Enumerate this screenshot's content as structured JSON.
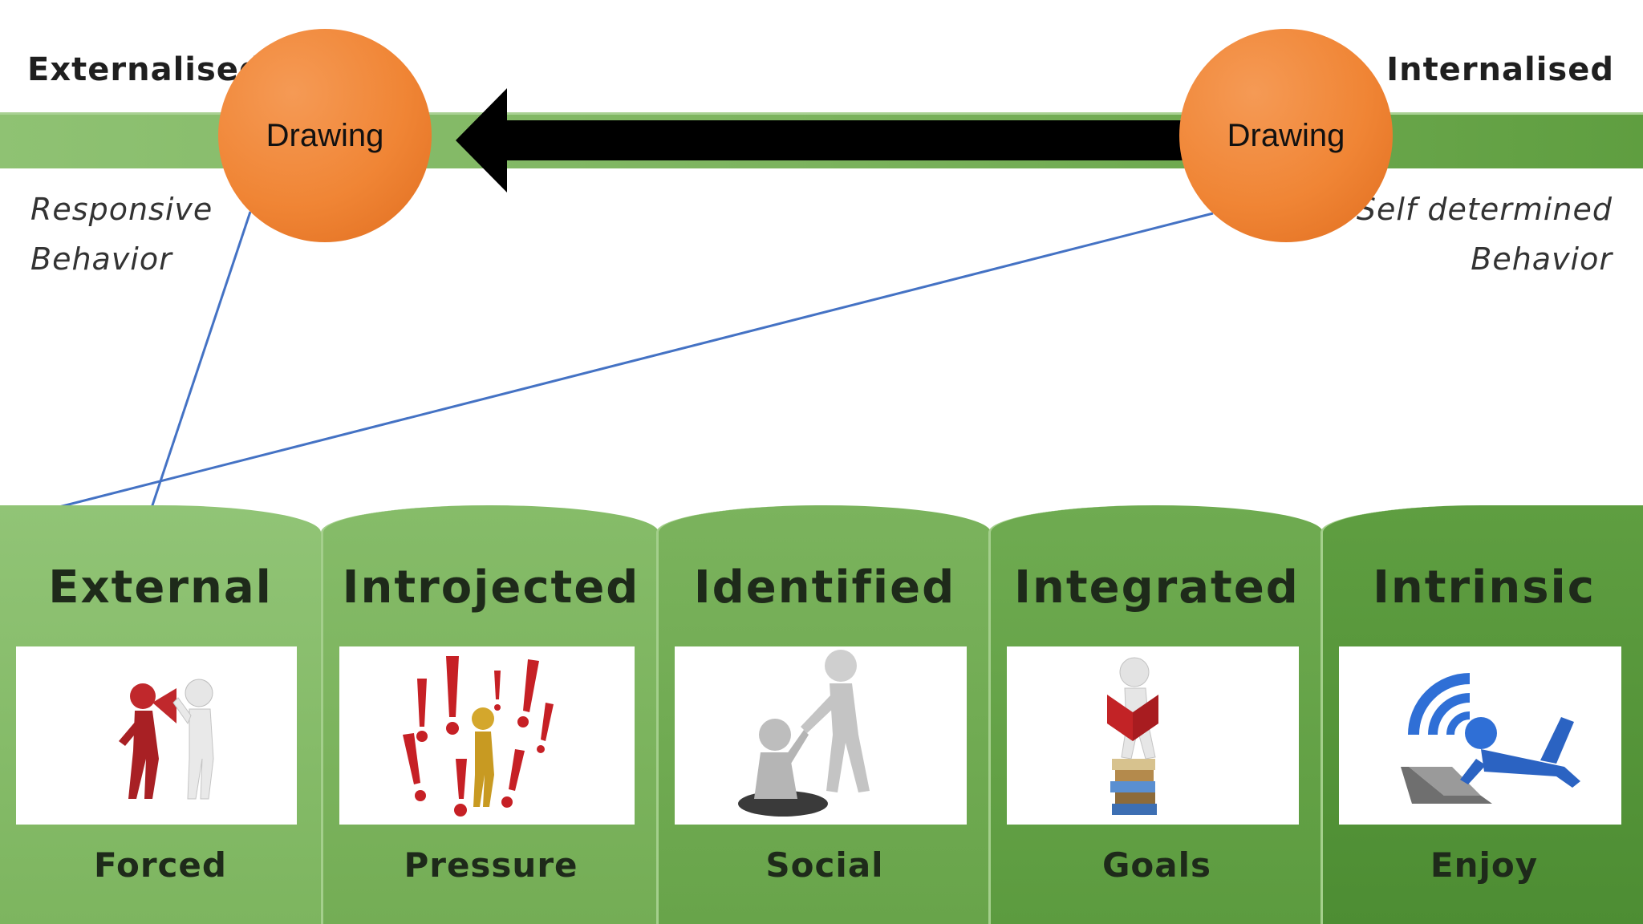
{
  "scale": {
    "left_label": "Externalised",
    "right_label": "Internalised",
    "left_note": [
      "Responsive",
      "Behavior"
    ],
    "right_note": [
      "Self determined",
      "Behavior"
    ]
  },
  "markers": [
    {
      "label": "Drawing"
    },
    {
      "label": "Drawing"
    }
  ],
  "arrow_direction": "right-to-left",
  "colors": {
    "band": "#7bb35d",
    "marker": "#f08535",
    "arrow": "#000000",
    "connector": "#4472c4"
  },
  "cards": [
    {
      "title": "External",
      "subtitle": "Forced",
      "image": "megaphone-shouting-figure-icon",
      "color": "#86ba6a"
    },
    {
      "title": "Introjected",
      "subtitle": "Pressure",
      "image": "exclamation-marks-figure-icon",
      "color": "#7db25f"
    },
    {
      "title": "Identified",
      "subtitle": "Social",
      "image": "helping-hand-figures-icon",
      "color": "#70a952"
    },
    {
      "title": "Integrated",
      "subtitle": "Goals",
      "image": "reading-on-books-figure-icon",
      "color": "#62a045"
    },
    {
      "title": "Intrinsic",
      "subtitle": "Enjoy",
      "image": "laptop-wifi-figure-icon",
      "color": "#55963a"
    }
  ]
}
